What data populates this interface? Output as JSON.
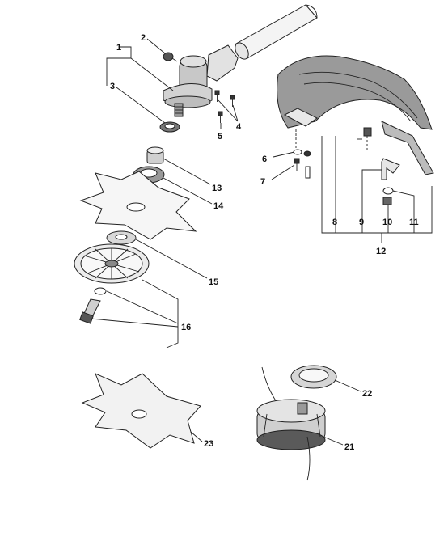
{
  "parts": [
    {
      "id": "1",
      "label": "1"
    },
    {
      "id": "2",
      "label": "2"
    },
    {
      "id": "3",
      "label": "3"
    },
    {
      "id": "4",
      "label": "4"
    },
    {
      "id": "5",
      "label": "5"
    },
    {
      "id": "6",
      "label": "6"
    },
    {
      "id": "7",
      "label": "7"
    },
    {
      "id": "8",
      "label": "8"
    },
    {
      "id": "9",
      "label": "9"
    },
    {
      "id": "10",
      "label": "10"
    },
    {
      "id": "11",
      "label": "11"
    },
    {
      "id": "12",
      "label": "12"
    },
    {
      "id": "13",
      "label": "13"
    },
    {
      "id": "14",
      "label": "14"
    },
    {
      "id": "15",
      "label": "15"
    },
    {
      "id": "16",
      "label": "16"
    },
    {
      "id": "21",
      "label": "21"
    },
    {
      "id": "22",
      "label": "22"
    },
    {
      "id": "23",
      "label": "23"
    }
  ],
  "colors": {
    "line": "#222222",
    "light_fill": "#f2f2f2",
    "mid_fill": "#d4d4d4",
    "dark_fill": "#8c8c8c",
    "guard_fill": "#9a9a9a"
  }
}
